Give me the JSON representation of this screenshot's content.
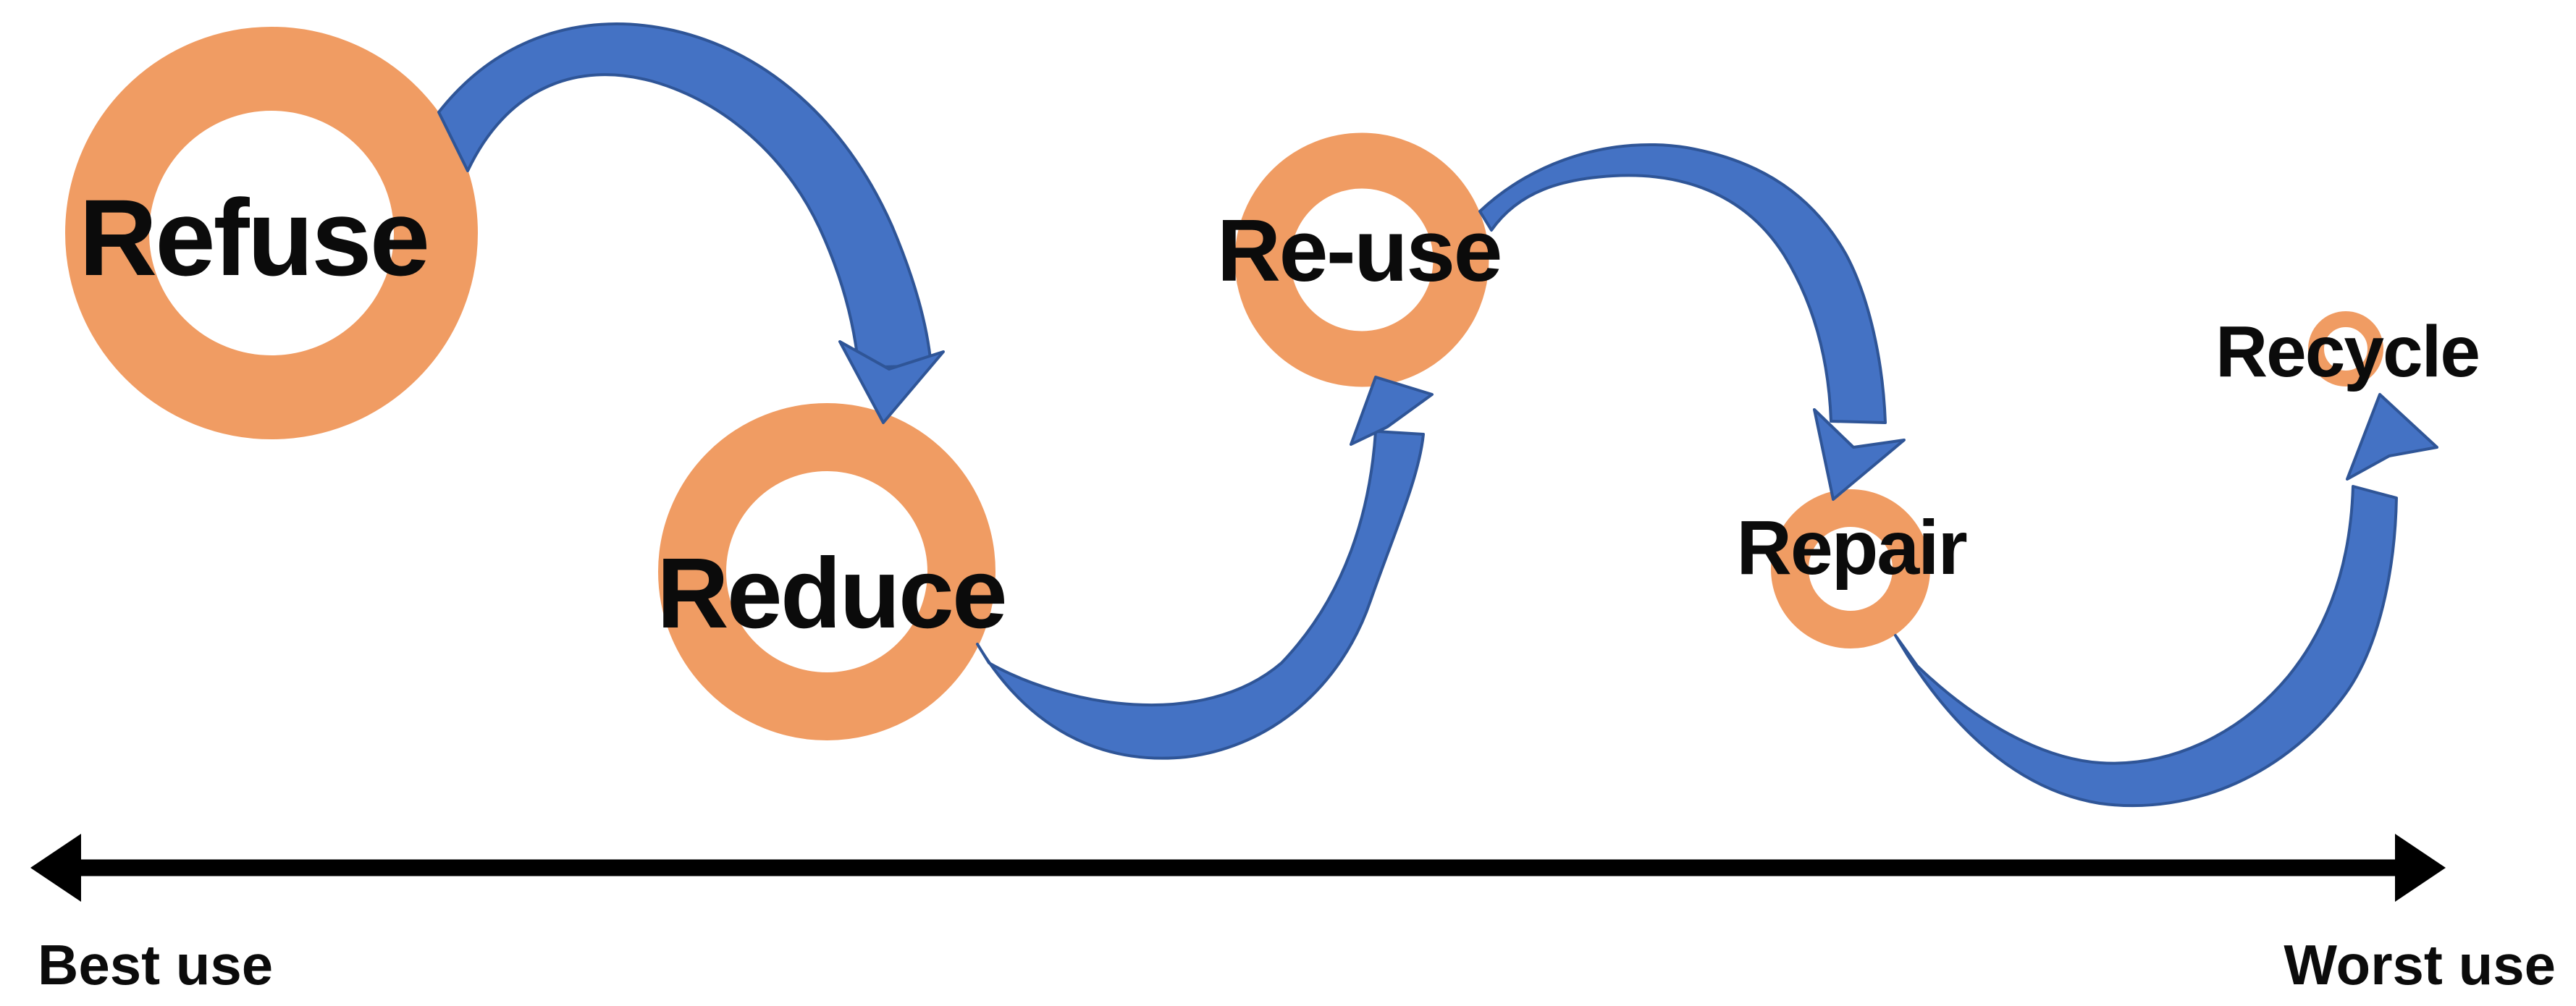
{
  "diagram": {
    "stages": [
      {
        "label": "Refuse"
      },
      {
        "label": "Reduce"
      },
      {
        "label": "Re-use"
      },
      {
        "label": "Repair"
      },
      {
        "label": "Recycle"
      }
    ],
    "axis": {
      "left_label": "Best use",
      "right_label": "Worst use"
    },
    "colors": {
      "ring_orange": "#F09C63",
      "arrow_blue": "#4472C4",
      "arrow_blue_outline": "#2F5597",
      "axis_black": "#000000",
      "label_black": "#0B0B0B"
    }
  }
}
